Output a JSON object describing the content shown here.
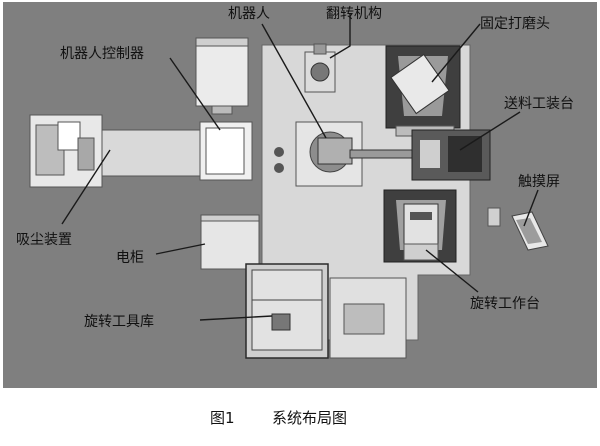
{
  "labels": {
    "robot": "机器人",
    "flip_mechanism": "翻转机构",
    "fixed_grinding_head": "固定打磨头",
    "robot_controller": "机器人控制器",
    "feeding_fixture": "送料工装台",
    "touch_screen": "触摸屏",
    "dust_collector": "吸尘装置",
    "electric_cabinet": "电柜",
    "rotary_tool_magazine": "旋转工具库",
    "rotary_worktable": "旋转工作台"
  },
  "caption": {
    "figure_no": "图1",
    "title": "系统布局图"
  },
  "colors": {
    "background": "#7f7f7f",
    "floor_plate": "#d6d6d6",
    "machine_light": "#ececec",
    "machine_dark": "#4a4a4a",
    "leader_line": "#1a1a1a"
  }
}
